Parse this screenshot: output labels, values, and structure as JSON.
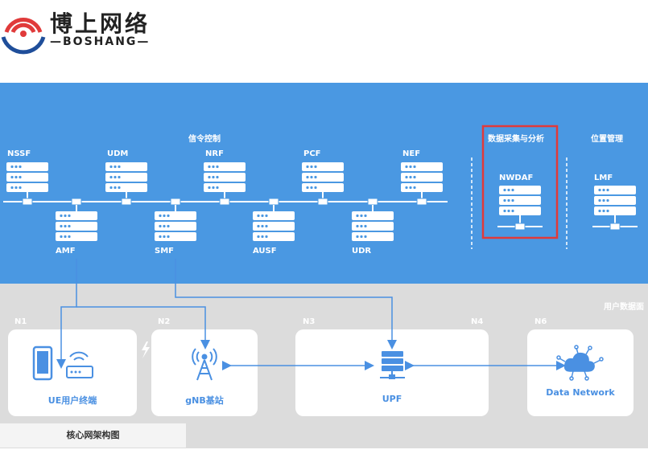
{
  "brand": {
    "title": "博上网络",
    "subtitle": "—BOSHANG—"
  },
  "sections": {
    "signaling": "信令控制",
    "data_collection": "数据采集与分析",
    "location": "位置管理",
    "user_plane": "用户数据面"
  },
  "nfs": {
    "nssf": "NSSF",
    "udm": "UDM",
    "nrf": "NRF",
    "pcf": "PCF",
    "nef": "NEF",
    "amf": "AMF",
    "smf": "SMF",
    "ausf": "AUSF",
    "udr": "UDR",
    "nwdaf": "NWDAF",
    "lmf": "LMF"
  },
  "interfaces": {
    "n1": "N1",
    "n2": "N2",
    "n3": "N3",
    "n4": "N4",
    "n6": "N6"
  },
  "nodes": {
    "ue": "UE用户终端",
    "gnb": "gNB基站",
    "upf": "UPF",
    "dn": "Data Network"
  },
  "footer": "核心网架构图",
  "colors": {
    "blue_band": "#4a98e2",
    "gray_band": "#dcdcdc",
    "highlight": "#e03a3a",
    "accent": "#4a90e2",
    "logo_red": "#e03a3a",
    "logo_blue": "#1f4e9a"
  }
}
